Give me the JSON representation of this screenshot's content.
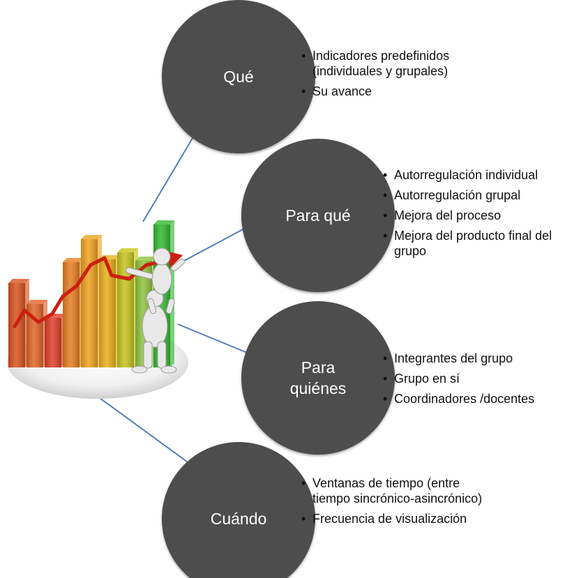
{
  "nodes": [
    {
      "id": "que",
      "label": "Qué",
      "bullets": [
        "Indicadores predefinidos (individuales y grupales)",
        "Su avance"
      ]
    },
    {
      "id": "para-que",
      "label": "Para qué",
      "bullets": [
        "Autorregulación individual",
        "Autorregulación grupal",
        "Mejora del proceso",
        "Mejora del producto final del grupo"
      ]
    },
    {
      "id": "para-quienes",
      "label": "Para\nquiénes",
      "bullets": [
        "Integrantes del grupo",
        "Grupo en sí",
        "Coordinadores /docentes"
      ]
    },
    {
      "id": "cuando",
      "label": "Cuándo",
      "bullets": [
        "Ventanas de tiempo (entre tiempo sincrónico-asincrónico)",
        "Frecuencia de visualización"
      ]
    }
  ],
  "colors": {
    "node_fill": "#4d4d4d",
    "connector": "#4f7fb8",
    "trend_line": "#cc1f10",
    "figure": "#e8e8e8"
  },
  "central_image": {
    "icon": "bar-chart-people-icon",
    "bar_colors": [
      "#d9531e",
      "#e2662a",
      "#e0402a",
      "#e67e22",
      "#efa21e",
      "#e8b019",
      "#c7c41d",
      "#8fc43c",
      "#34b832"
    ]
  }
}
